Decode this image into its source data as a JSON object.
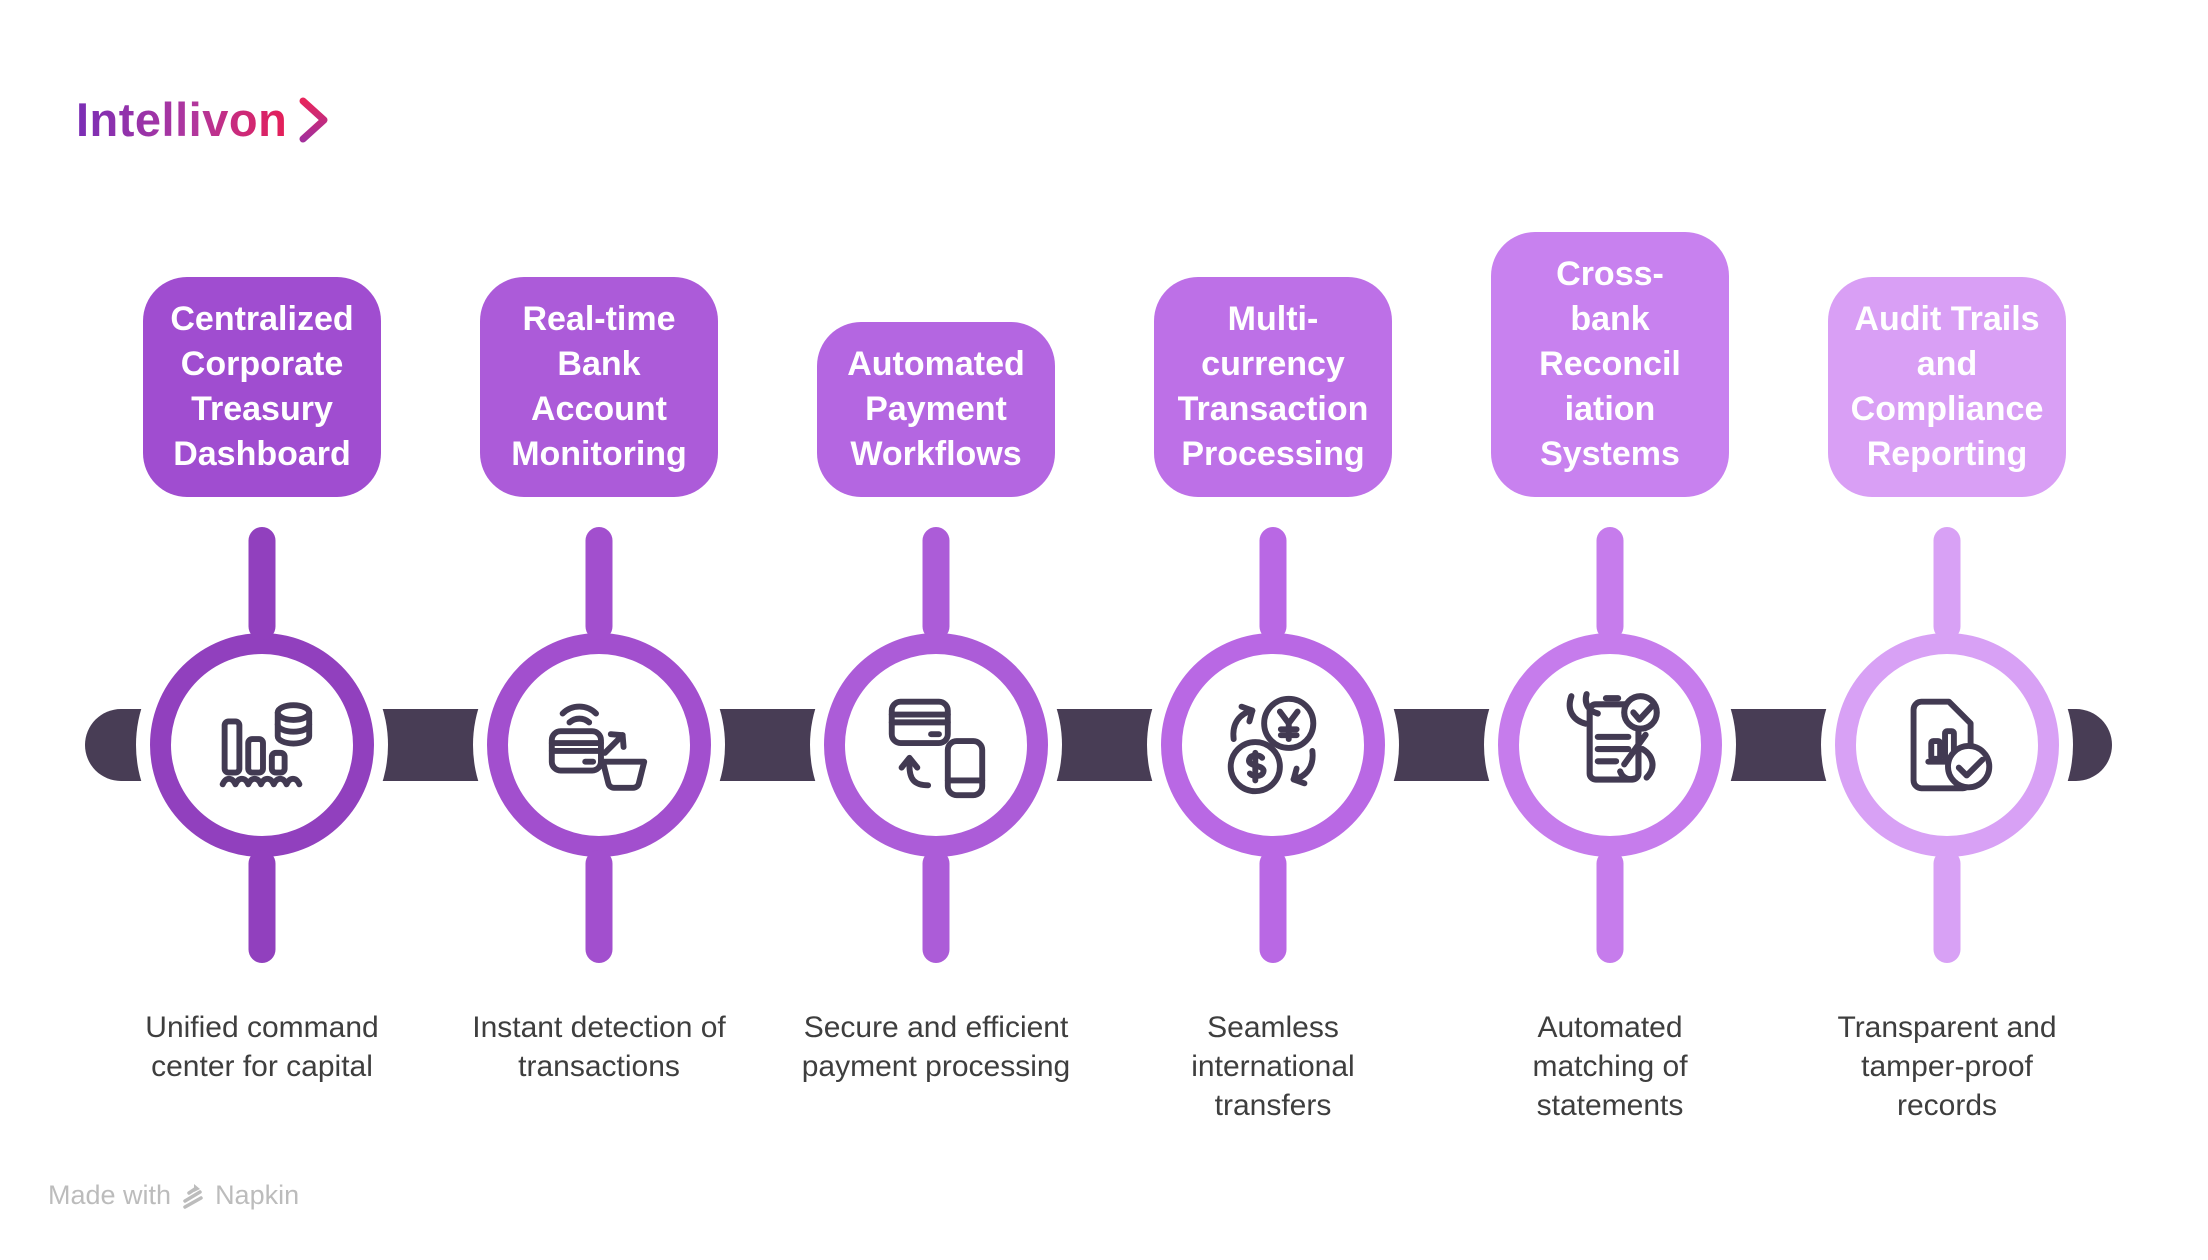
{
  "logo": {
    "text": "Intellivon"
  },
  "colors": {
    "bar": "#483D55",
    "icon": "#423A52",
    "caption": "#3E3E3E",
    "logo_gradient_start": "#7A2EB5",
    "logo_gradient_end": "#E51E57"
  },
  "nodes": [
    {
      "title": "Centralized\nCorporate\nTreasury\nDashboard",
      "caption": "Unified command\ncenter for capital",
      "icon": "bar-chart-coins",
      "card_color": "#A04DD0",
      "accent_color": "#9140BE"
    },
    {
      "title": "Real-time\nBank\nAccount\nMonitoring",
      "caption": "Instant detection of\ntransactions",
      "icon": "contactless-card-basket",
      "card_color": "#AC5BD9",
      "accent_color": "#A24FCE"
    },
    {
      "title": "Automated\nPayment\nWorkflows",
      "caption": "Secure and efficient\npayment processing",
      "icon": "card-phone-transfer",
      "card_color": "#B466E1",
      "accent_color": "#AC5CD8"
    },
    {
      "title": "Multi-\ncurrency\nTransaction\nProcessing",
      "caption": "Seamless\ninternational\ntransfers",
      "icon": "currency-exchange",
      "card_color": "#BD70E7",
      "accent_color": "#B968E4"
    },
    {
      "title": "Cross-\nbank\nReconcil\niation\nSystems",
      "caption": "Automated\nmatching of\nstatements",
      "icon": "checklist-hand-check",
      "card_color": "#C881EF",
      "accent_color": "#C67CEC"
    },
    {
      "title": "Audit Trails\nand\nCompliance\nReporting",
      "caption": "Transparent and\ntamper-proof\nrecords",
      "icon": "report-file-check",
      "card_color": "#D99FF5",
      "accent_color": "#D8A1F5"
    }
  ],
  "footer": {
    "prefix": "Made with",
    "brand": "Napkin"
  }
}
